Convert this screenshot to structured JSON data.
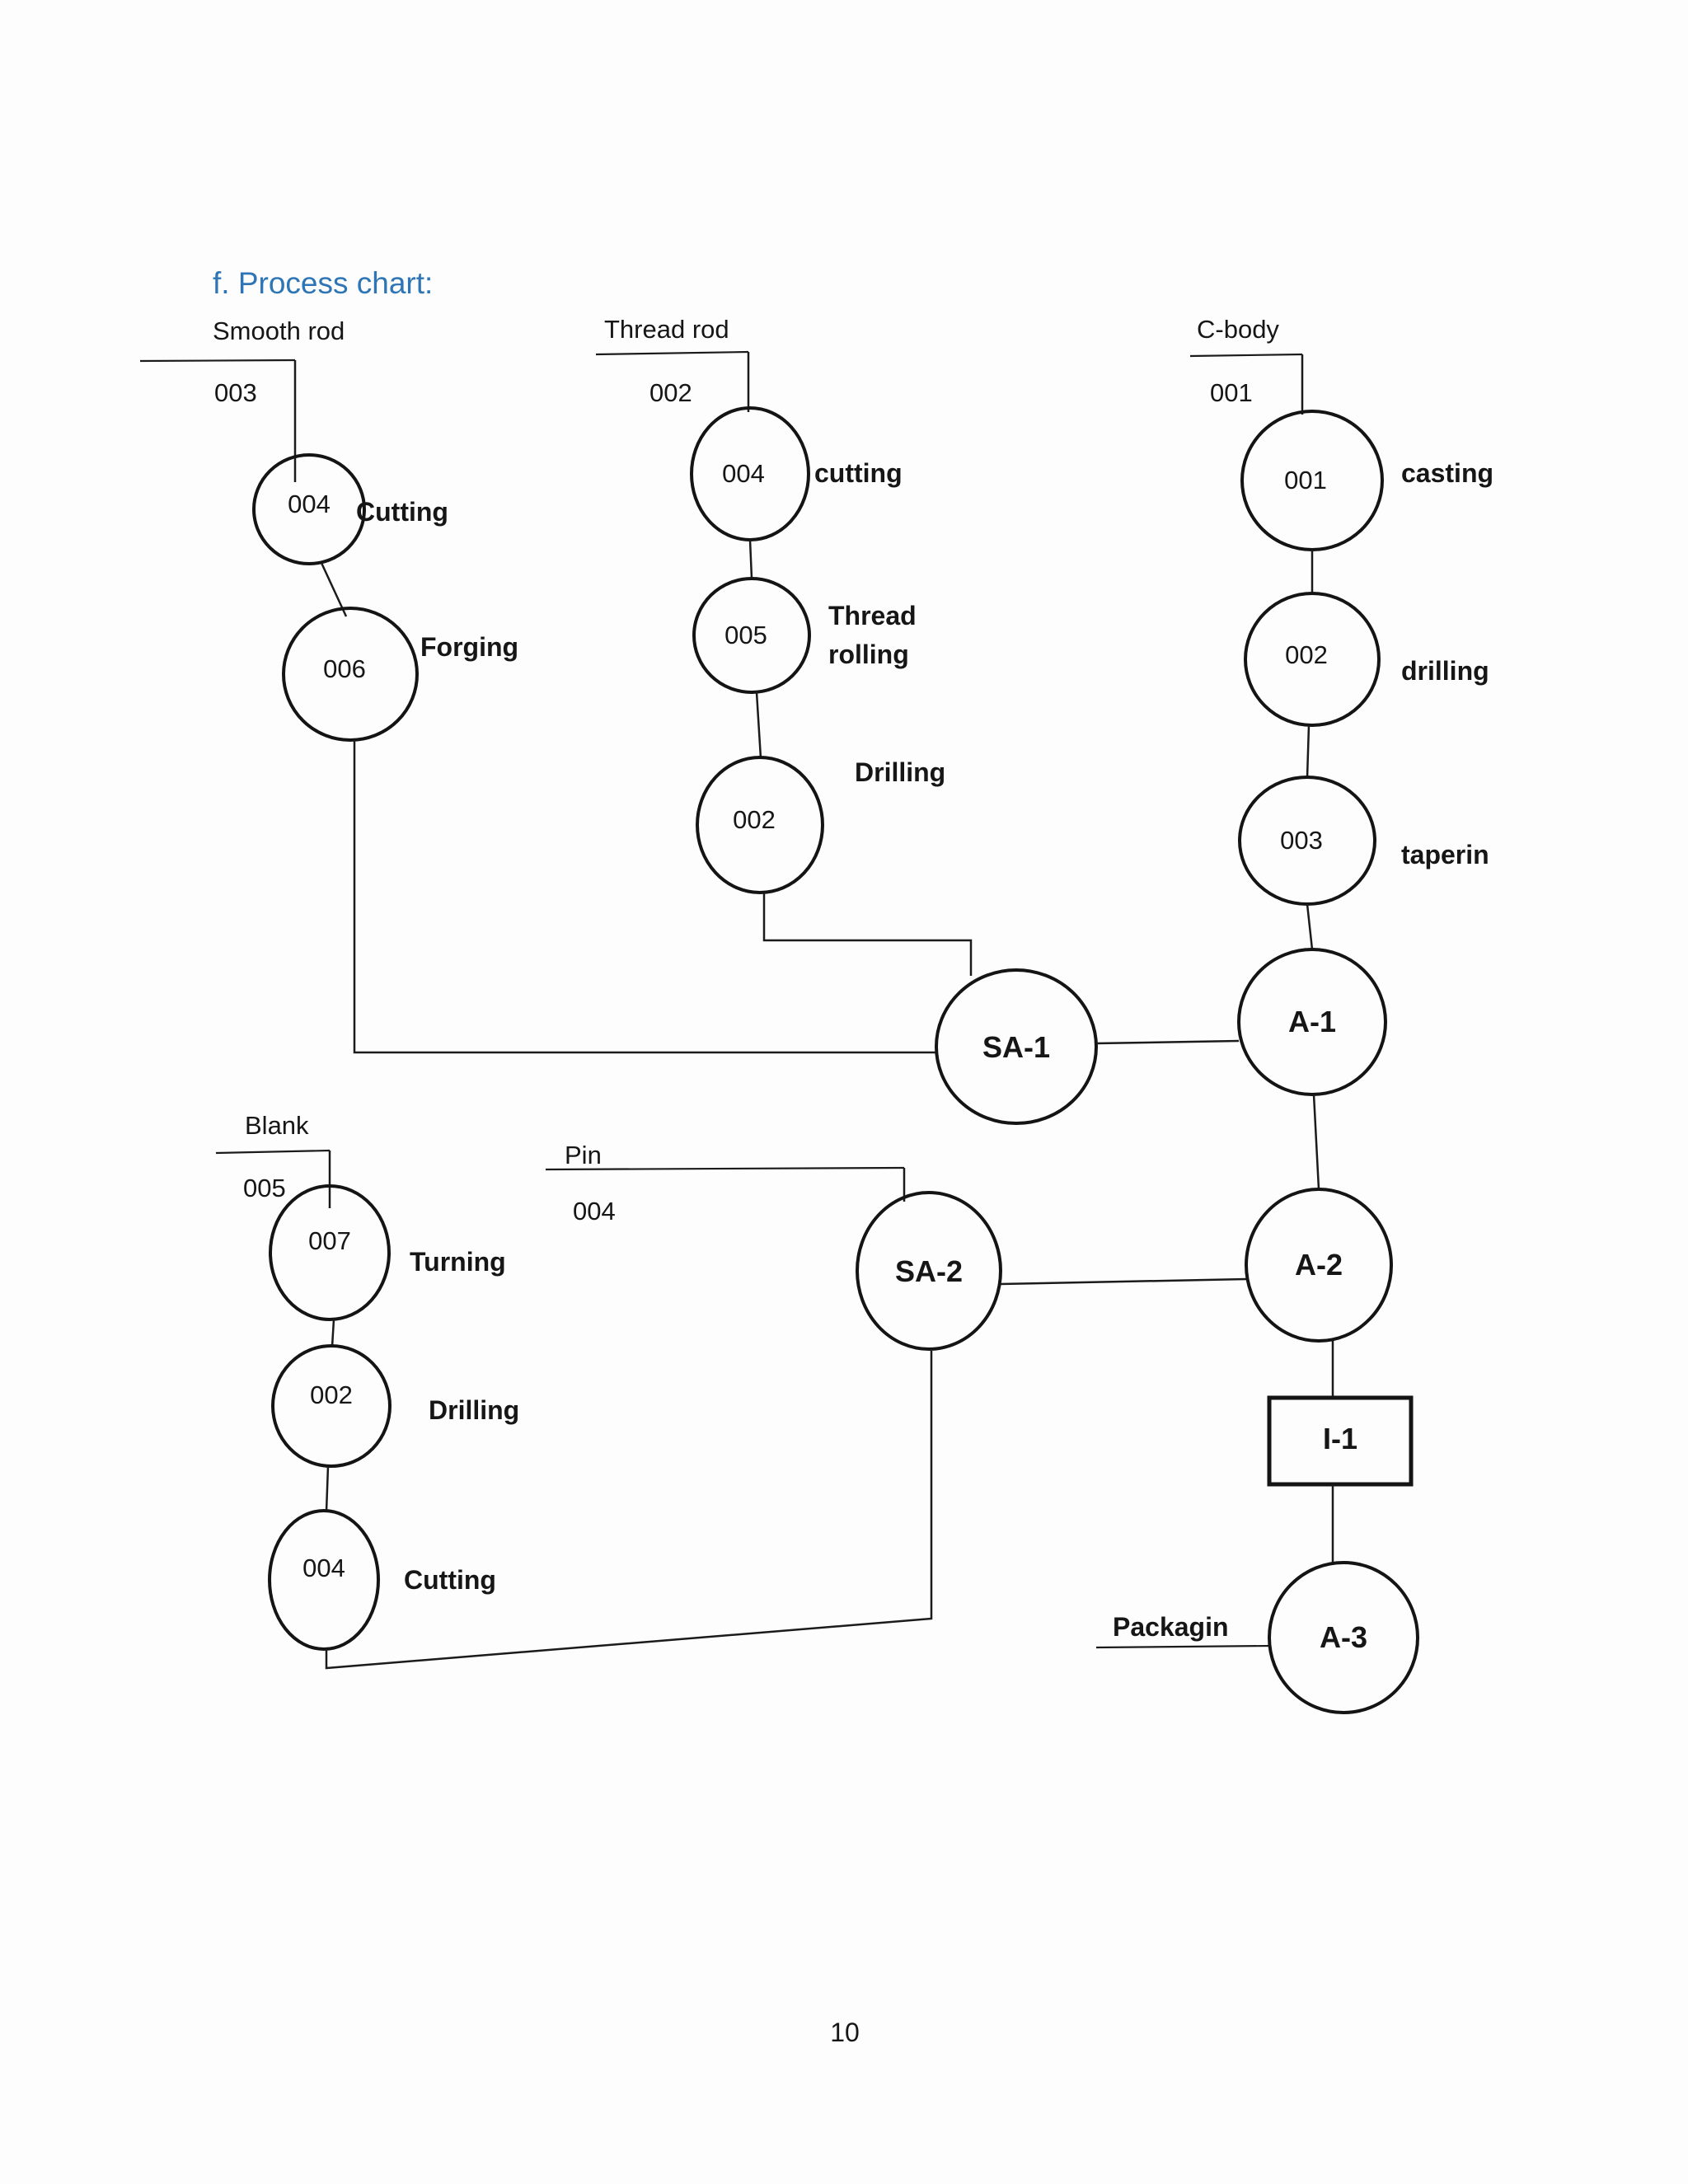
{
  "page": {
    "title": "f. Process chart:",
    "page_number": "10"
  },
  "colors": {
    "accent": "#2E75B6",
    "ink": "#141414"
  },
  "chart": {
    "materials": {
      "smooth_rod": {
        "name": "Smooth rod",
        "ref": "003"
      },
      "thread_rod": {
        "name": "Thread rod",
        "ref": "002"
      },
      "c_body": {
        "name": "C-body",
        "ref": "001"
      },
      "blank": {
        "name": "Blank",
        "ref": "005"
      },
      "pin": {
        "name": "Pin",
        "ref": "004"
      }
    },
    "operations": {
      "smooth_cutting": {
        "id": "004",
        "label": "Cutting"
      },
      "smooth_forging": {
        "id": "006",
        "label": "Forging"
      },
      "thread_cutting": {
        "id": "004",
        "label": "cutting"
      },
      "thread_rolling": {
        "id": "005",
        "label": "Thread rolling",
        "label_line1": "Thread",
        "label_line2": "rolling"
      },
      "thread_drilling": {
        "id": "002",
        "label": "Drilling"
      },
      "cbody_casting": {
        "id": "001",
        "label": "casting"
      },
      "cbody_drilling": {
        "id": "002",
        "label": "drilling"
      },
      "cbody_tapering": {
        "id": "003",
        "label": "taperin"
      },
      "blank_turning": {
        "id": "007",
        "label": "Turning"
      },
      "blank_drilling": {
        "id": "002",
        "label": "Drilling"
      },
      "blank_cutting": {
        "id": "004",
        "label": "Cutting"
      }
    },
    "assemblies": {
      "sa1": "SA-1",
      "a1": "A-1",
      "sa2": "SA-2",
      "a2": "A-2",
      "i1": "I-1",
      "a3": "A-3",
      "packaging": "Packagin"
    }
  }
}
